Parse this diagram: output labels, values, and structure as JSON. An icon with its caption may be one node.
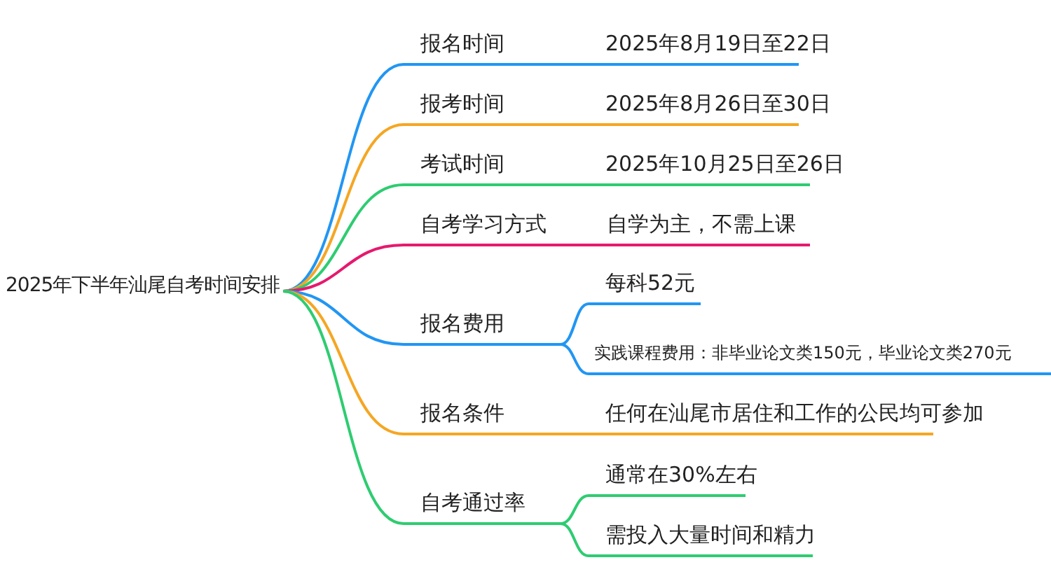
{
  "diagram": {
    "nodes": [
      {
        "text": [
          "2025年下半年汕尾自考时间安排"
        ]
      },
      {
        "text": [
          "报名时间"
        ]
      },
      {
        "text": [
          "2025年8月19日至22日"
        ]
      },
      {
        "text": [
          "报考时间"
        ]
      },
      {
        "text": [
          "2025年8月26日至30日"
        ]
      },
      {
        "text": [
          "考试时间"
        ]
      },
      {
        "text": [
          "2025年10月25日至26日"
        ]
      },
      {
        "text": [
          "自考学习方式"
        ]
      },
      {
        "text": [
          "自学为主，不需上课"
        ]
      },
      {
        "text": [
          "报名费用"
        ]
      },
      {
        "text": [
          "每科52元"
        ]
      },
      {
        "text": [
          "实践课程费用：非毕业论文类150元，毕业论文类270元"
        ]
      },
      {
        "text": [
          "报名条件"
        ]
      },
      {
        "text": [
          "任何在汕尾市居住和工作的公民均可参加"
        ]
      },
      {
        "text": [
          "自考通过率"
        ]
      },
      {
        "text": [
          "通常在30%左右"
        ]
      },
      {
        "text": [
          "需投入大量时间和精力"
        ]
      }
    ],
    "edges": [
      {
        "from": 0,
        "to": 1,
        "arrow": "none",
        "color": "#2196f3"
      },
      {
        "from": 1,
        "to": 2,
        "arrow": "none",
        "color": "#2196f3"
      },
      {
        "from": 0,
        "to": 3,
        "arrow": "none",
        "color": "#f5a623"
      },
      {
        "from": 3,
        "to": 4,
        "arrow": "none",
        "color": "#f5a623"
      },
      {
        "from": 0,
        "to": 5,
        "arrow": "none",
        "color": "#2ecc71"
      },
      {
        "from": 5,
        "to": 6,
        "arrow": "none",
        "color": "#2ecc71"
      },
      {
        "from": 0,
        "to": 7,
        "arrow": "none",
        "color": "#e6196e"
      },
      {
        "from": 7,
        "to": 8,
        "arrow": "none",
        "color": "#e6196e"
      },
      {
        "from": 0,
        "to": 9,
        "arrow": "none",
        "color": "#2196f3"
      },
      {
        "from": 9,
        "to": 10,
        "arrow": "none",
        "color": "#2196f3"
      },
      {
        "from": 9,
        "to": 11,
        "arrow": "none",
        "color": "#2196f3"
      },
      {
        "from": 0,
        "to": 12,
        "arrow": "none",
        "color": "#f5a623"
      },
      {
        "from": 12,
        "to": 13,
        "arrow": "none",
        "color": "#f5a623"
      },
      {
        "from": 0,
        "to": 14,
        "arrow": "none",
        "color": "#2ecc71"
      },
      {
        "from": 14,
        "to": 15,
        "arrow": "none",
        "color": "#2ecc71"
      },
      {
        "from": 14,
        "to": 16,
        "arrow": "none",
        "color": "#2ecc71"
      }
    ]
  }
}
